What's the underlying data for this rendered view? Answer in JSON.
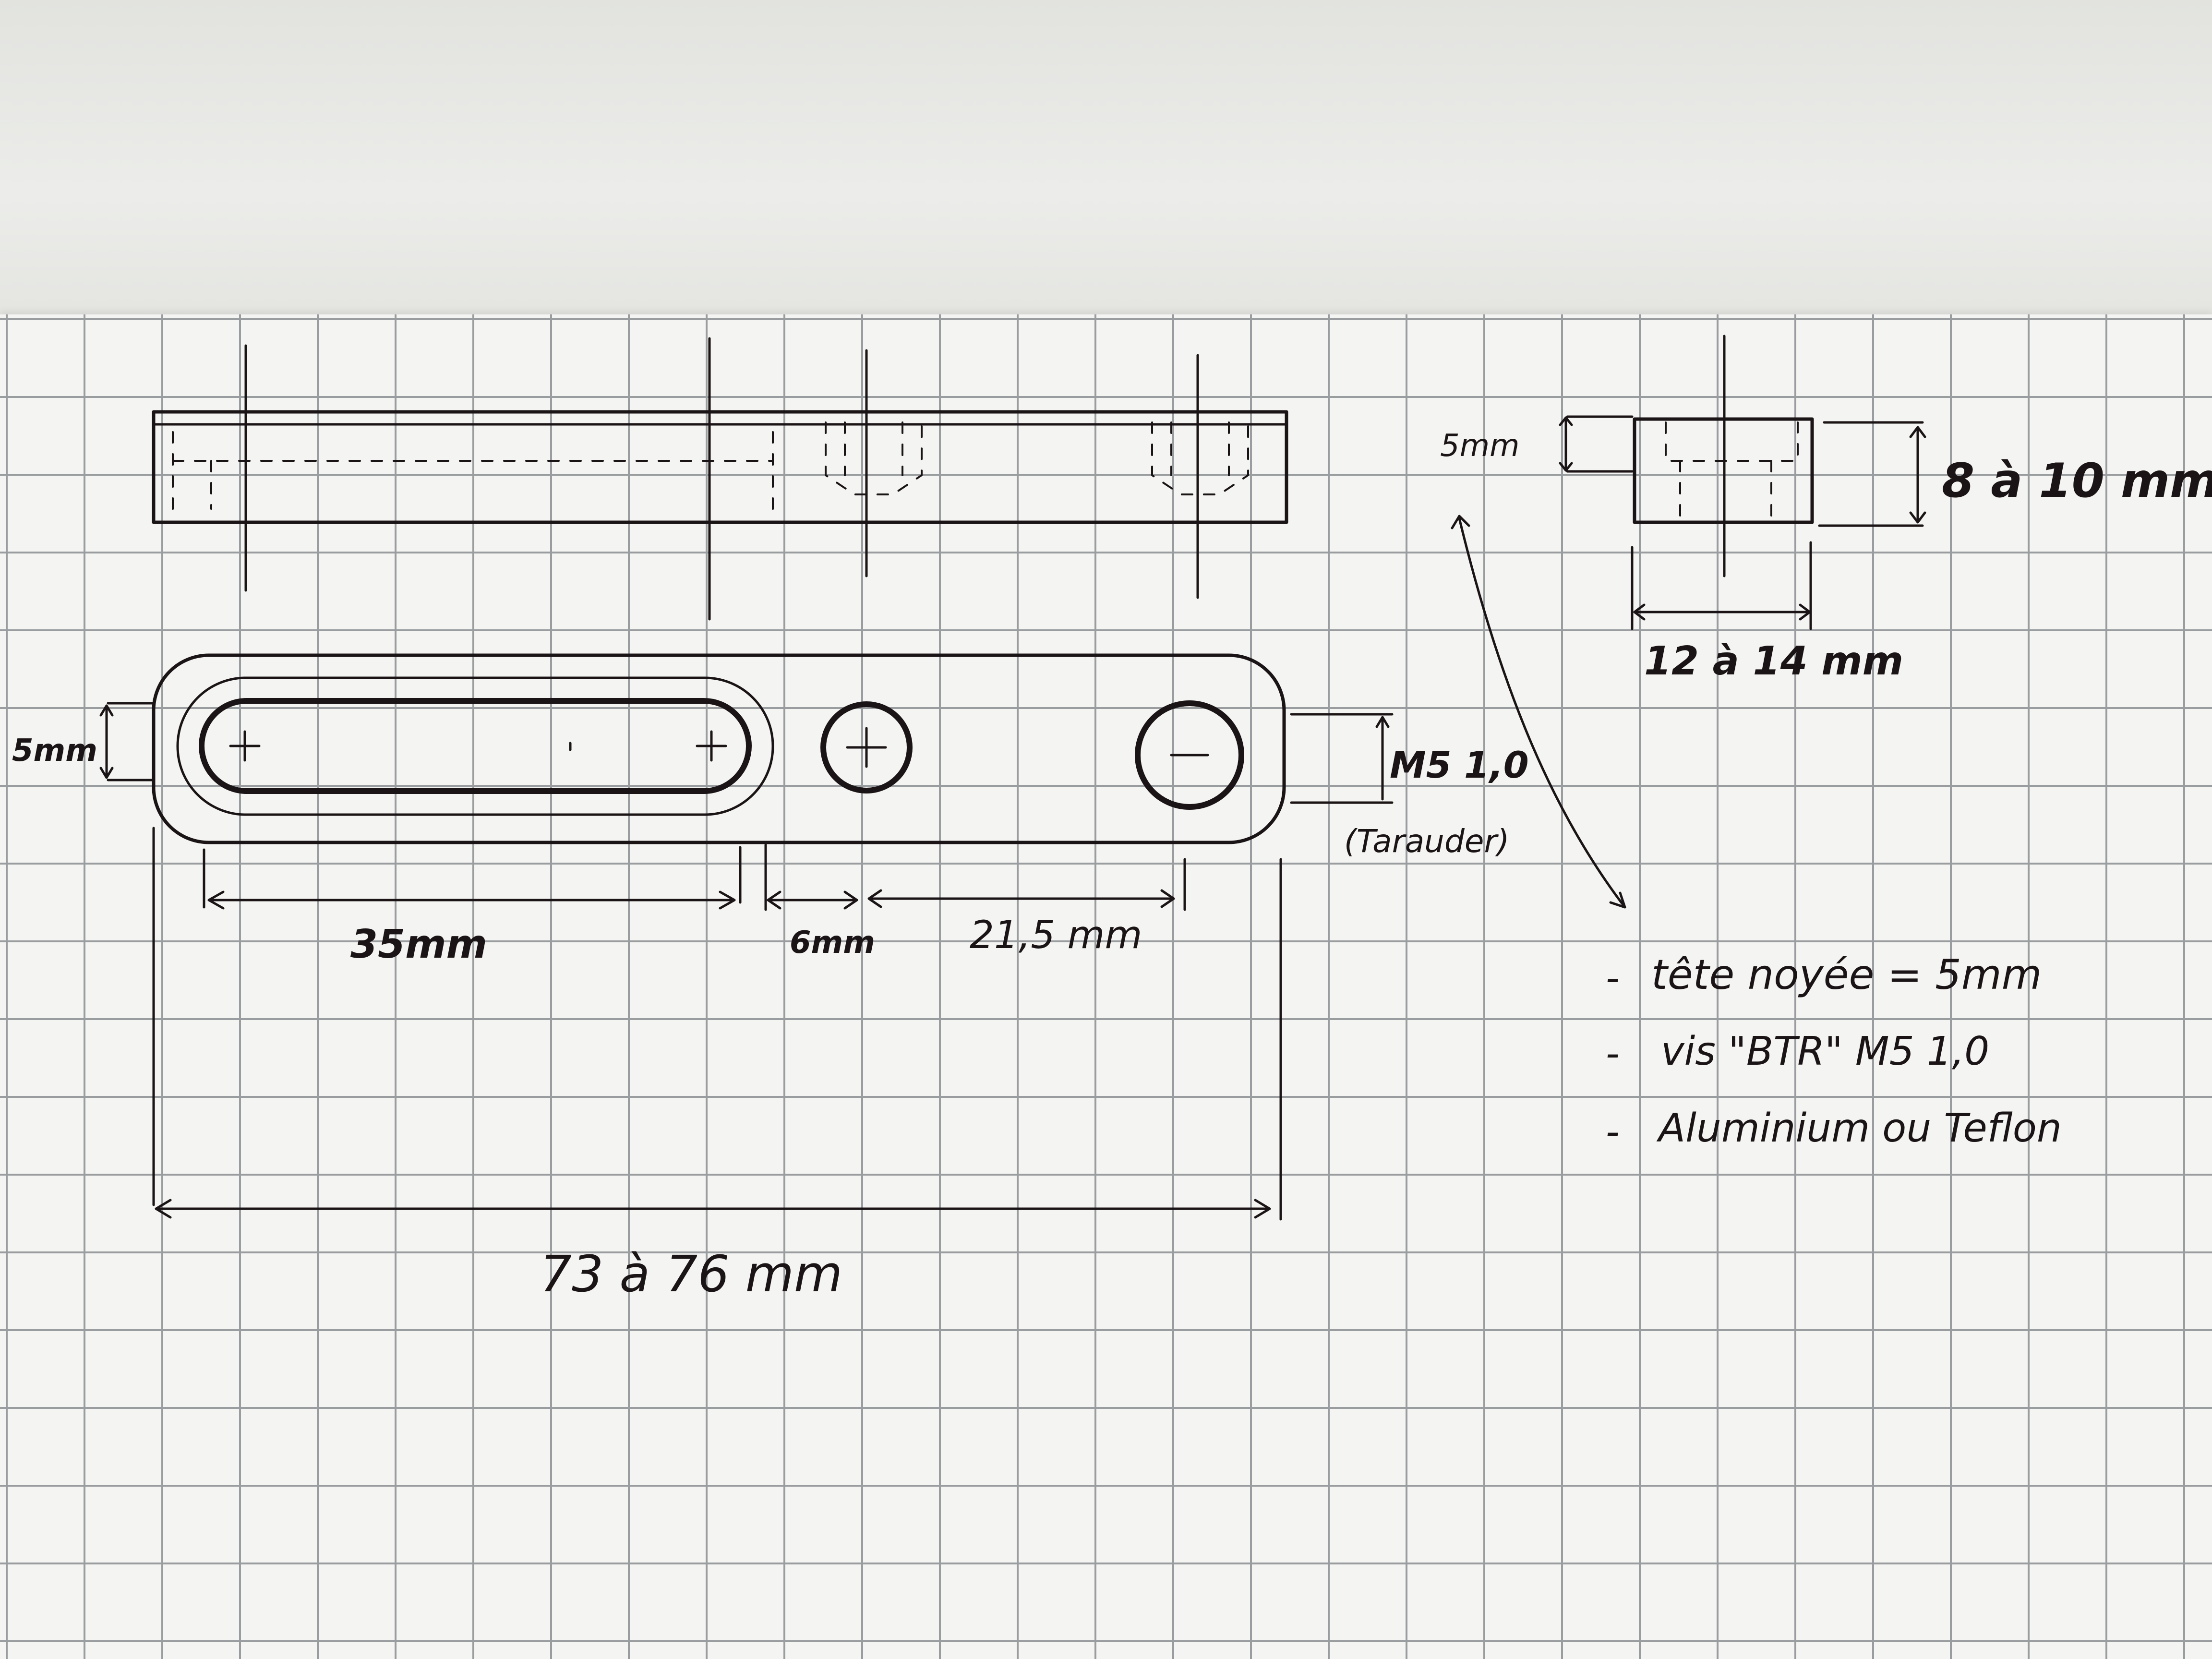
{
  "dimensions": {
    "thickness_left": "5mm",
    "counterbore_right": "5mm",
    "height_side": "8 à 10 mm",
    "width_side": "12 à 14 mm",
    "slot_length": "35mm",
    "gap": "6mm",
    "spacing": "21,5 mm",
    "thread": "M5 1,0",
    "thread_note": "(Tarauder)",
    "total_length": "73 à 76 mm"
  },
  "notes": [
    {
      "bullet": "-",
      "text": "tête noyée = 5mm"
    },
    {
      "bullet": "-",
      "text": "vis \"BTR\" M5 1,0"
    },
    {
      "bullet": "-",
      "text": "Aluminium ou Teflon"
    }
  ],
  "colors": {
    "ink": "#1b1416",
    "paper": "#f4f4f2",
    "grid": "#9a9d9f"
  }
}
